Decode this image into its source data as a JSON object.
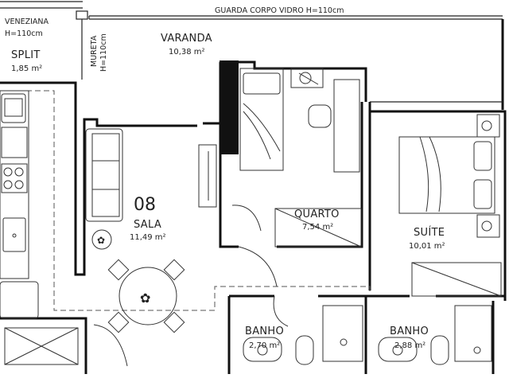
{
  "header": {
    "guard_rail": "GUARDA CORPO VIDRO H=110cm"
  },
  "unit": {
    "number": "08"
  },
  "rooms": {
    "veneziana": {
      "name": "VENEZIANA",
      "height": "H=110cm"
    },
    "split": {
      "name": "SPLIT",
      "area": "1,85 m²"
    },
    "mureta": {
      "name": "MURETA",
      "height": "H=110cm"
    },
    "varanda": {
      "name": "VARANDA",
      "area": "10,38 m²"
    },
    "sala": {
      "name": "SALA",
      "area": "11,49 m²"
    },
    "quarto": {
      "name": "QUARTO",
      "area": "7,54 m²"
    },
    "suite": {
      "name": "SUÍTE",
      "area": "10,01 m²"
    },
    "banho1": {
      "name": "BANHO",
      "area": "2,70 m²"
    },
    "banho2": {
      "name": "BANHO",
      "area": "2,88 m²"
    }
  },
  "colors": {
    "wall": "#111111",
    "line": "#333333",
    "background": "#ffffff"
  }
}
